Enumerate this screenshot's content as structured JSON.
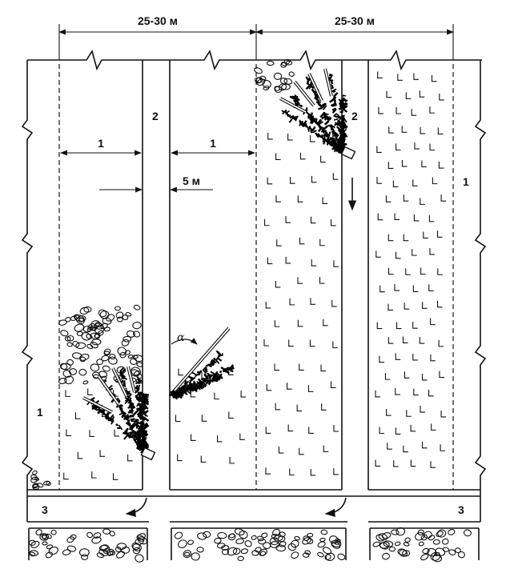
{
  "dimensions": {
    "top_left": "25-30 м",
    "top_right": "25-30 м",
    "pillar_width": "5 м"
  },
  "labels": {
    "dist_left": "1",
    "dist_mid": "1",
    "raise_left": "2",
    "raise_right": "2",
    "wall_left": "1",
    "wall_right": "1",
    "drift_left": "3",
    "drift_right": "3",
    "angle": "α"
  },
  "colors": {
    "ink": "#111111",
    "background": "#ffffff"
  }
}
